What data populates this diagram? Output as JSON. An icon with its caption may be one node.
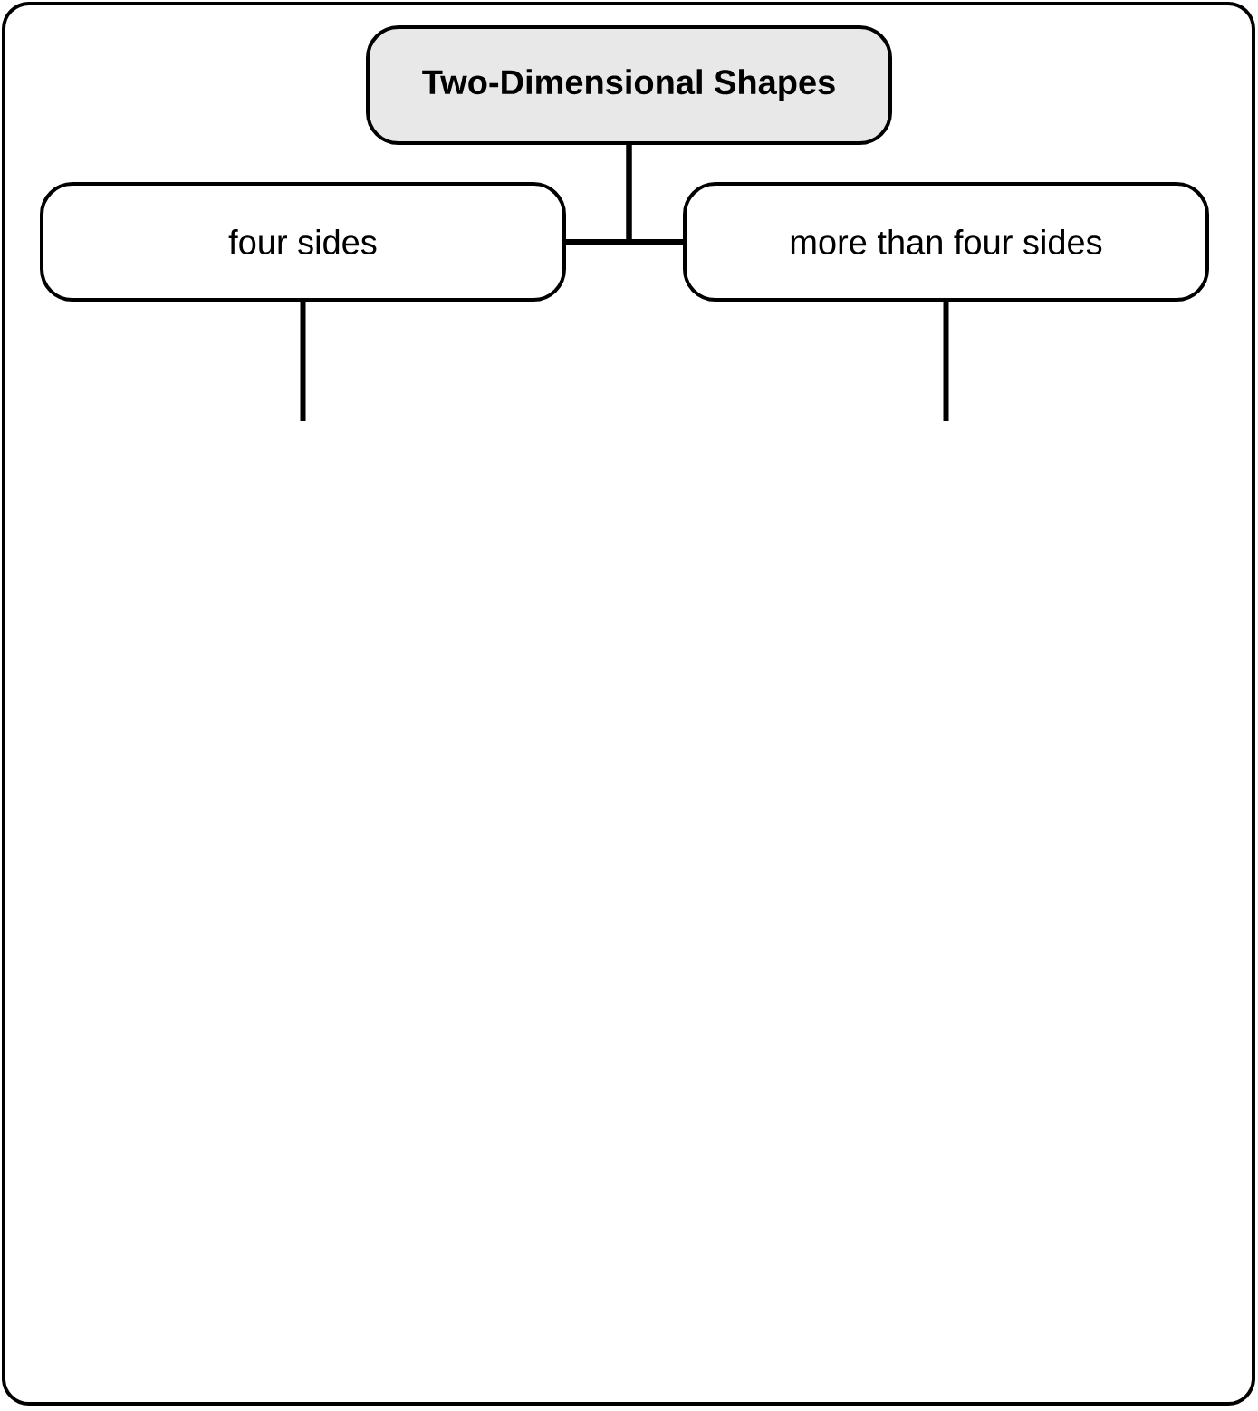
{
  "diagram": {
    "nodes": [
      {
        "text": [
          "Two-Dimensional Shapes"
        ]
      },
      {
        "text": [
          "four sides"
        ]
      },
      {
        "text": [
          "more than four sides"
        ]
      }
    ],
    "edges": [
      {
        "from": 0,
        "to": 1,
        "arrow": "none"
      },
      {
        "from": 0,
        "to": 2,
        "arrow": "none"
      },
      {
        "from": 1,
        "to": null,
        "arrow": "none"
      },
      {
        "from": 2,
        "to": null,
        "arrow": "none"
      }
    ]
  }
}
